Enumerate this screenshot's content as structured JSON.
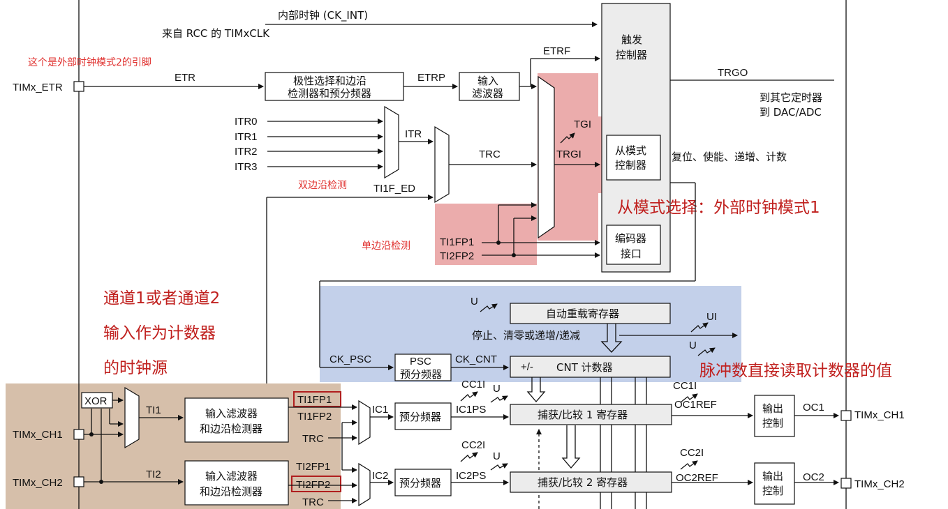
{
  "labels": {
    "ck_int": "内部时钟 (CK_INT)",
    "rcc": "来自 RCC 的 TIMxCLK",
    "ext_note": "这个是外部时钟模式2的引脚",
    "timx_etr": "TIMx_ETR",
    "etr": "ETR",
    "polarity_l1": "极性选择和边沿",
    "polarity_l2": "检测器和预分频器",
    "etrp": "ETRP",
    "input_filter_l1": "输入",
    "input_filter_l2": "滤波器",
    "etrf": "ETRF",
    "trigger_ctrl_l1": "触发",
    "trigger_ctrl_l2": "控制器",
    "trgo": "TRGO",
    "to_other_l1": "到其它定时器",
    "to_other_l2": "到 DAC/ADC",
    "itr0": "ITR0",
    "itr1": "ITR1",
    "itr2": "ITR2",
    "itr3": "ITR3",
    "itr": "ITR",
    "trc": "TRC",
    "tgi": "TGI",
    "trgi": "TRGI",
    "slave_ctrl_l1": "从模式",
    "slave_ctrl_l2": "控制器",
    "slave_actions": "复位、使能、递增、计数",
    "dual_edge_note": "双边沿检测",
    "ti1f_ed": "TI1F_ED",
    "slave_mode_note": "从模式选择：外部时钟模式1",
    "single_edge_note": "单边沿检测",
    "ti1fp1": "TI1FP1",
    "ti2fp2": "TI2FP2",
    "encoder_l1": "编码器",
    "encoder_l2": "接口",
    "auto_reload": "自动重载寄存器",
    "u": "U",
    "ui": "UI",
    "stop_clear": "停止、清零或递增/递减",
    "ck_psc": "CK_PSC",
    "psc_l1": "PSC",
    "psc_l2": "预分频器",
    "ck_cnt": "CK_CNT",
    "plus_minus": "+/-",
    "cnt_counter": "CNT 计数器",
    "pulse_note": "脉冲数直接读取计数器的值",
    "channel_note_l1": "通道1或者通道2",
    "channel_note_l2": "输入作为计数器",
    "channel_note_l3": "的时钟源",
    "xor": "XOR",
    "ti1": "TI1",
    "ti2": "TI2",
    "in_filter_edge_l1": "输入滤波器",
    "in_filter_edge_l2": "和边沿检测器",
    "ti1fp2": "TI1FP2",
    "ti2fp1": "TI2FP1",
    "ic1": "IC1",
    "ic2": "IC2",
    "prescaler": "预分频器",
    "ic1ps": "IC1PS",
    "ic2ps": "IC2PS",
    "cc1i": "CC1I",
    "cc2i": "CC2I",
    "capcmp1": "捕获/比较 1 寄存器",
    "capcmp2": "捕获/比较 2 寄存器",
    "oc1ref": "OC1REF",
    "oc2ref": "OC2REF",
    "out_ctrl_l1": "输出",
    "out_ctrl_l2": "控制",
    "oc1": "OC1",
    "oc2": "OC2",
    "timx_ch1": "TIMx_CH1",
    "timx_ch2": "TIMx_CH2"
  },
  "colors": {
    "highlight_red": "#e9a3a3",
    "highlight_blue": "#c3d0ea",
    "highlight_brown": "#d6bfaa",
    "annotation_red": "#e0302e",
    "annotation_dark_red": "#c0201e",
    "emphasis_box": "#b01e1e"
  }
}
